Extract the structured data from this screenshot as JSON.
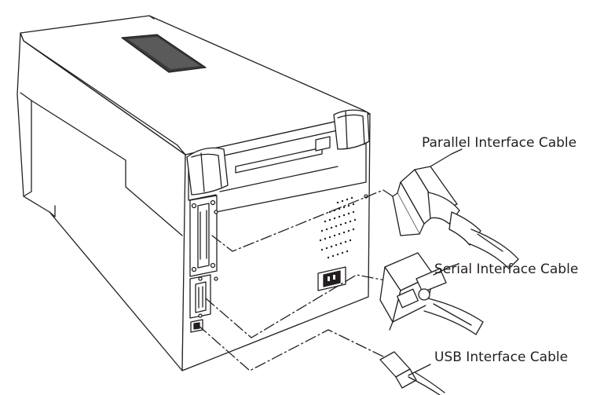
{
  "labels": {
    "parallel": "Parallel Interface Cable",
    "serial": "Serial Interface Cable",
    "usb": "USB Interface Cable"
  },
  "colors": {
    "line": "#231f20",
    "panel_dark": "#3a3a3a",
    "background": "#ffffff"
  },
  "icons": {
    "vent": "speaker-grille-icon",
    "power": "power-inlet-icon",
    "usb_port": "usb-port-icon"
  }
}
